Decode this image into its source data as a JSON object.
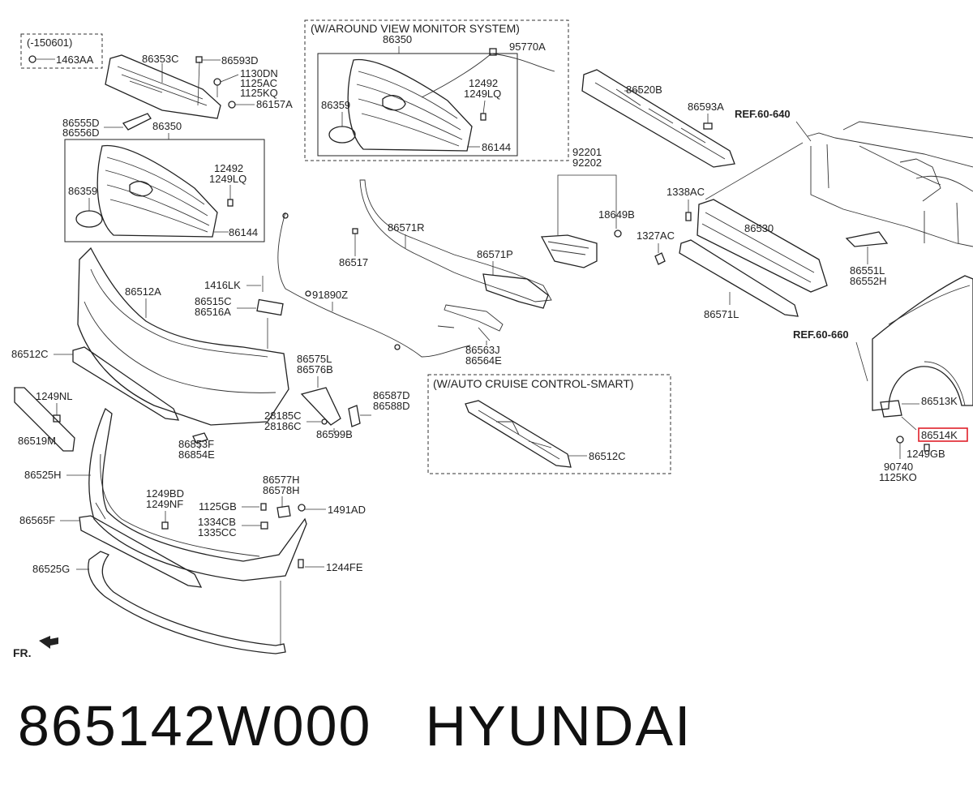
{
  "headers": {
    "option_date": "(-150601)",
    "around_view": "(W/AROUND VIEW MONITOR SYSTEM)",
    "cruise": "(W/AUTO CRUISE CONTROL-SMART)"
  },
  "refs": {
    "ref_640": "REF.60-640",
    "ref_660": "REF.60-660",
    "front": "FR."
  },
  "labels": {
    "p1463AA": "1463AA",
    "p86353C": "86353C",
    "p86593D": "86593D",
    "p1130DN": "1130DN",
    "p1125AC": "1125AC",
    "p1125KQ": "1125KQ",
    "p86157A": "86157A",
    "p86555D": "86555D",
    "p86556D": "86556D",
    "p86350a": "86350",
    "p12492a": "12492",
    "p1249LQa": "1249LQ",
    "p86359a": "86359",
    "p86144a": "86144",
    "p86350b": "86350",
    "p95770A": "95770A",
    "p12492b": "12492",
    "p1249LQb": "1249LQ",
    "p86359b": "86359",
    "p86144b": "86144",
    "p86520B": "86520B",
    "p86593A": "86593A",
    "p92201": "92201",
    "p92202": "92202",
    "p18649B": "18649B",
    "p1338AC": "1338AC",
    "p86530": "86530",
    "p1327AC": "1327AC",
    "p86551L": "86551L",
    "p86552H": "86552H",
    "p86571L": "86571L",
    "p86571R": "86571R",
    "p86517": "86517",
    "p86571P": "86571P",
    "p86512A": "86512A",
    "p1416LK": "1416LK",
    "p86515C": "86515C",
    "p86516A": "86516A",
    "p91890Z": "91890Z",
    "p86512Ca": "86512C",
    "p1249NL": "1249NL",
    "p86575L": "86575L",
    "p86576B": "86576B",
    "p86563J": "86563J",
    "p86564E": "86564E",
    "p86587D": "86587D",
    "p86588D": "86588D",
    "p28185C": "28185C",
    "p28186C": "28186C",
    "p86599B": "86599B",
    "p86519M": "86519M",
    "p86853F": "86853F",
    "p86854E": "86854E",
    "p86512Cb": "86512C",
    "p86513K": "86513K",
    "p86514K": "86514K",
    "p1249GB": "1249GB",
    "p90740": "90740",
    "p1125KO": "1125KO",
    "p86525H": "86525H",
    "p86577H": "86577H",
    "p86578H": "86578H",
    "p1249BD": "1249BD",
    "p1249NF": "1249NF",
    "p1125GB": "1125GB",
    "p1491AD": "1491AD",
    "p1334CB": "1334CB",
    "p1335CC": "1335CC",
    "p86565F": "86565F",
    "p1244FE": "1244FE",
    "p86525G": "86525G"
  },
  "highlight_color": "#e0202a",
  "caption": {
    "part_number": "865142W000",
    "brand": "HYUNDAI"
  }
}
